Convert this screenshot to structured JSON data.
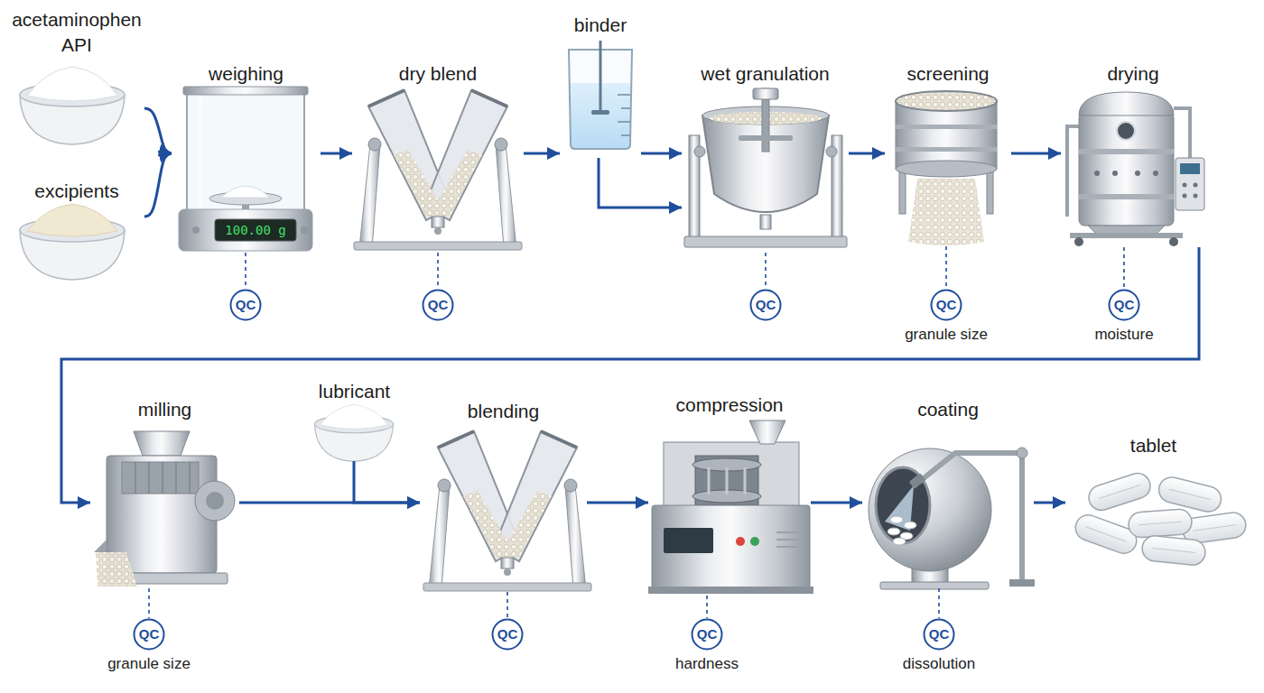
{
  "diagram": {
    "nodes": [
      {
        "text": [
          "acetaminophen API"
        ]
      },
      {
        "text": [
          "excipients"
        ]
      },
      {
        "text": [
          "weighing"
        ]
      },
      {
        "text": [
          "QC"
        ]
      },
      {
        "text": [
          "dry blend"
        ]
      },
      {
        "text": [
          "QC"
        ]
      },
      {
        "text": [
          "binder"
        ]
      },
      {
        "text": [
          "wet granulation"
        ]
      },
      {
        "text": [
          "QC"
        ]
      },
      {
        "text": [
          "screening"
        ]
      },
      {
        "text": [
          "QC",
          "granule size"
        ]
      },
      {
        "text": [
          "drying"
        ]
      },
      {
        "text": [
          "QC",
          "moisture"
        ]
      },
      {
        "text": [
          "milling"
        ]
      },
      {
        "text": [
          "QC",
          "granule size"
        ]
      },
      {
        "text": [
          "lubricant"
        ]
      },
      {
        "text": [
          "blending"
        ]
      },
      {
        "text": [
          "QC"
        ]
      },
      {
        "text": [
          "compression"
        ]
      },
      {
        "text": [
          "QC",
          "hardness"
        ]
      },
      {
        "text": [
          "coating"
        ]
      },
      {
        "text": [
          "QC",
          "dissolution"
        ]
      },
      {
        "text": [
          "tablet"
        ]
      }
    ],
    "edges": [
      {
        "from": 0,
        "to": 2,
        "arrow": "to"
      },
      {
        "from": 1,
        "to": 2,
        "arrow": "to"
      },
      {
        "from": 2,
        "to": 4,
        "arrow": "to"
      },
      {
        "from": 4,
        "to": 6,
        "arrow": "to"
      },
      {
        "from": 6,
        "to": 7,
        "arrow": "to"
      },
      {
        "from": 6,
        "to": 7,
        "arrow": "to"
      },
      {
        "from": 7,
        "to": 9,
        "arrow": "to"
      },
      {
        "from": 9,
        "to": 11,
        "arrow": "to"
      },
      {
        "from": 11,
        "to": 13,
        "arrow": "to"
      },
      {
        "from": 13,
        "to": 16,
        "arrow": "to"
      },
      {
        "from": 15,
        "to": 16,
        "arrow": "to"
      },
      {
        "from": 16,
        "to": 18,
        "arrow": "to"
      },
      {
        "from": 18,
        "to": 20,
        "arrow": "to"
      },
      {
        "from": 20,
        "to": 22,
        "arrow": "to"
      },
      {
        "from": 2,
        "to": 3,
        "arrow": "none"
      },
      {
        "from": 4,
        "to": 5,
        "arrow": "none"
      },
      {
        "from": 7,
        "to": 8,
        "arrow": "none"
      },
      {
        "from": 9,
        "to": 10,
        "arrow": "none"
      },
      {
        "from": 11,
        "to": 12,
        "arrow": "none"
      },
      {
        "from": 13,
        "to": 14,
        "arrow": "none"
      },
      {
        "from": 16,
        "to": 17,
        "arrow": "none"
      },
      {
        "from": 18,
        "to": 19,
        "arrow": "none"
      },
      {
        "from": 20,
        "to": 21,
        "arrow": "none"
      }
    ],
    "labels": [
      "100.00 g"
    ]
  }
}
